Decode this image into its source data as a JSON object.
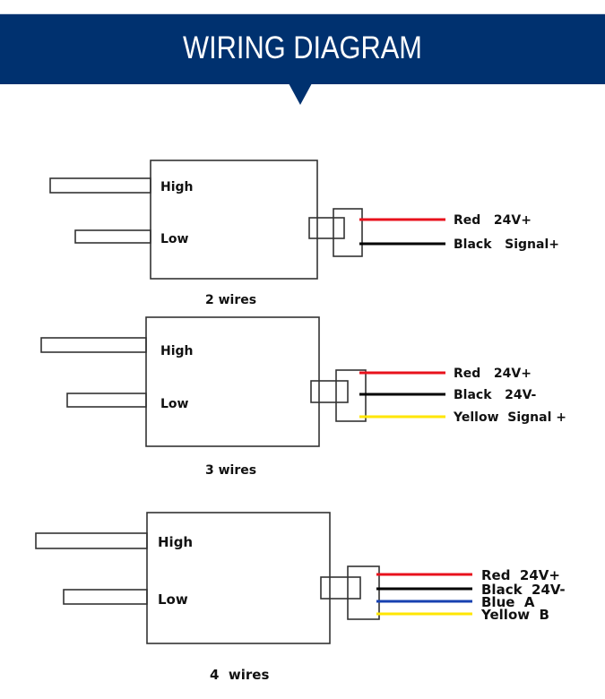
{
  "header": {
    "title": "WIRING DIAGRAM",
    "background_color": "#00316f",
    "text_color": "#ffffff"
  },
  "wire_colors": {
    "red": "#e8111c",
    "black": "#000000",
    "blue": "#1741b0",
    "yellow": "#ffe600"
  },
  "diagrams": [
    {
      "caption": "2 wires",
      "high_label": "High",
      "low_label": "Low",
      "wires": [
        {
          "color": "red",
          "label": "Red   24V+"
        },
        {
          "color": "black",
          "label": "Black   Signal+"
        }
      ]
    },
    {
      "caption": "3 wires",
      "high_label": "High",
      "low_label": "Low",
      "wires": [
        {
          "color": "red",
          "label": "Red   24V+"
        },
        {
          "color": "black",
          "label": "Black   24V-"
        },
        {
          "color": "yellow",
          "label": "Yellow  Signal +"
        }
      ]
    },
    {
      "caption": "4  wires",
      "high_label": "High",
      "low_label": "Low",
      "wires": [
        {
          "color": "red",
          "label": "Red  24V+"
        },
        {
          "color": "black",
          "label": "Black  24V-"
        },
        {
          "color": "blue",
          "label": "Blue  A"
        },
        {
          "color": "yellow",
          "label": "Yellow  B"
        }
      ]
    }
  ]
}
